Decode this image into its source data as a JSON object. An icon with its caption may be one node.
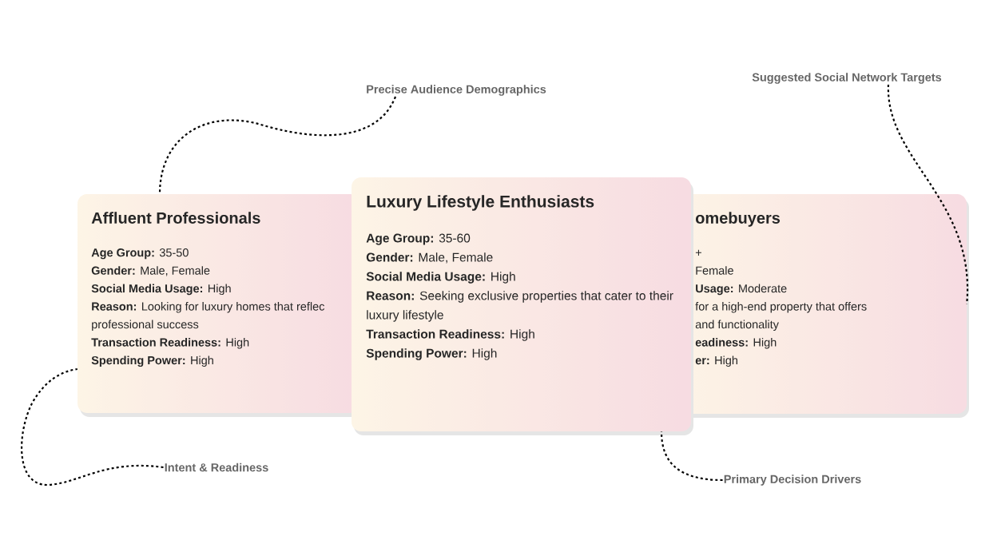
{
  "diagram": {
    "nodes": [
      {
        "text": [
          "Affluent Professionals",
          "**Age Group:** 35-50",
          "**Gender:** Male, Female",
          "**Social Media Usage:** High",
          "**Reason:** Looking for luxury homes that reflec",
          "professional success",
          "**Transaction Readiness:** High",
          "**Spending Power:** High"
        ]
      },
      {
        "text": [
          "Luxury Lifestyle Enthusiasts",
          "**Age Group:** 35-60",
          "**Gender:** Male, Female",
          "**Social Media Usage:** High",
          "**Reason:** Seeking exclusive properties that cater to their luxury lifestyle",
          "**Transaction Readiness:** High",
          "**Spending Power:** High"
        ]
      },
      {
        "text": [
          "omebuyers",
          "+",
          "Female",
          "**Usage:** Moderate",
          "for a high-end property that offers",
          "and functionality",
          "**eadiness:** High",
          "**er:** High"
        ]
      },
      {
        "text": [
          "Precise Audience Demographics"
        ]
      },
      {
        "text": [
          "Suggested Social Network Targets"
        ]
      },
      {
        "text": [
          "Intent & Readiness"
        ]
      },
      {
        "text": [
          "Primary Decision Drivers"
        ]
      }
    ],
    "edges": [
      {
        "from": 3,
        "to": 0,
        "arrow": "none"
      },
      {
        "from": 4,
        "to": 2,
        "arrow": "none"
      },
      {
        "from": 5,
        "to": 0,
        "arrow": "none"
      },
      {
        "from": 6,
        "to": 1,
        "arrow": "none"
      }
    ]
  }
}
